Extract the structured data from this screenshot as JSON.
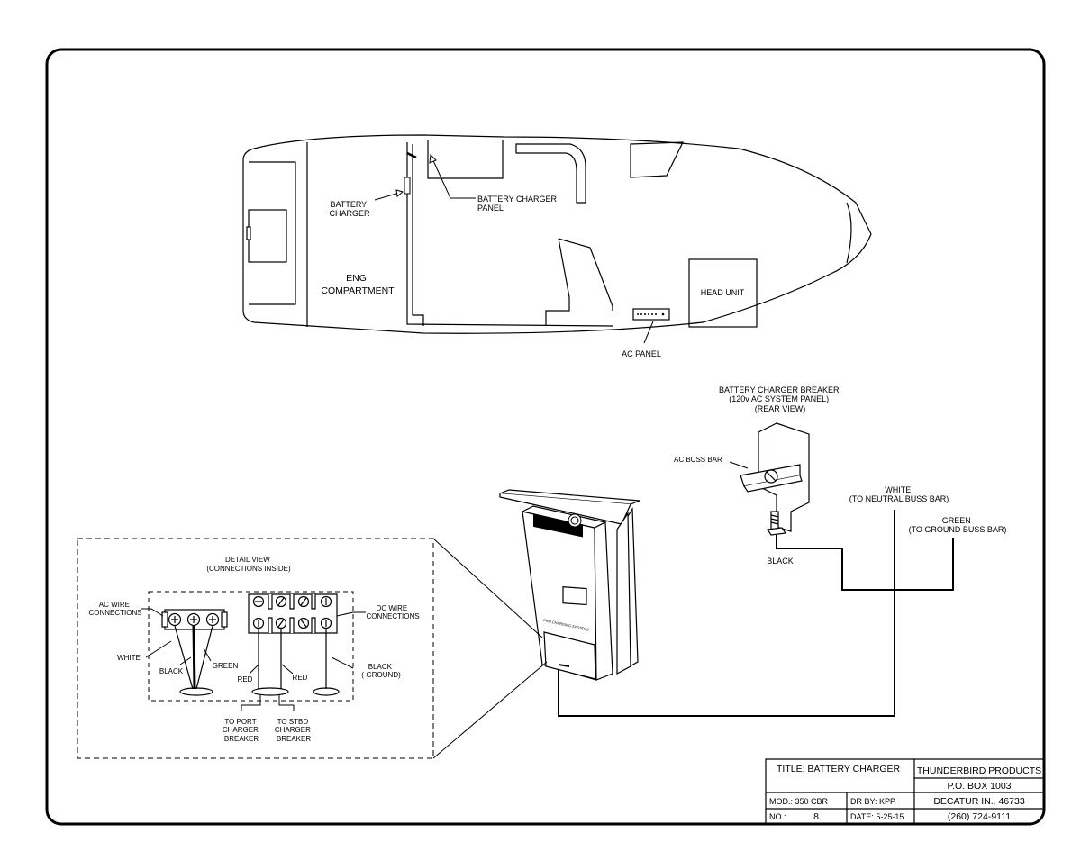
{
  "boat": {
    "battery_charger": [
      "BATTERY",
      "CHARGER"
    ],
    "battery_charger_panel": [
      "BATTERY CHARGER",
      "PANEL"
    ],
    "eng_compartment": [
      "ENG",
      "COMPARTMENT"
    ],
    "head_unit": "HEAD UNIT",
    "ac_panel": "AC PANEL"
  },
  "breaker": {
    "title": [
      "BATTERY CHARGER BREAKER",
      "(120v AC SYSTEM PANEL)",
      "(REAR VIEW)"
    ],
    "ac_buss_bar": "AC BUSS BAR",
    "black": "BLACK"
  },
  "wires": {
    "white": [
      "WHITE",
      "(TO NEUTRAL BUSS BAR)"
    ],
    "green": [
      "GREEN",
      "(TO GROUND BUSS BAR)"
    ]
  },
  "detail": {
    "title": [
      "DETAIL VIEW",
      "(CONNECTIONS INSIDE)"
    ],
    "ac_wire": [
      "AC WIRE",
      "CONNECTIONS"
    ],
    "dc_wire": [
      "DC WIRE",
      "CONNECTIONS"
    ],
    "white": "WHITE",
    "black": "BLACK",
    "green": "GREEN",
    "red_left": "RED",
    "red_right": "RED",
    "black_ground": [
      "BLACK",
      "(-GROUND)"
    ],
    "to_port": [
      "TO PORT",
      "CHARGER",
      "BREAKER"
    ],
    "to_stbd": [
      "TO STBD",
      "CHARGER",
      "BREAKER"
    ]
  },
  "title_block": {
    "title": "TITLE: BATTERY CHARGER",
    "company": "THUNDERBIRD PRODUCTS",
    "po_box": "P.O. BOX 1003",
    "city": "DECATUR IN., 46733",
    "phone": "(260) 724-9111",
    "mod": "MOD.: 350 CBR",
    "dr_by": "DR BY: KPP",
    "no_label": "NO.:",
    "no_value": "8",
    "date": "DATE: 5-25-15"
  }
}
